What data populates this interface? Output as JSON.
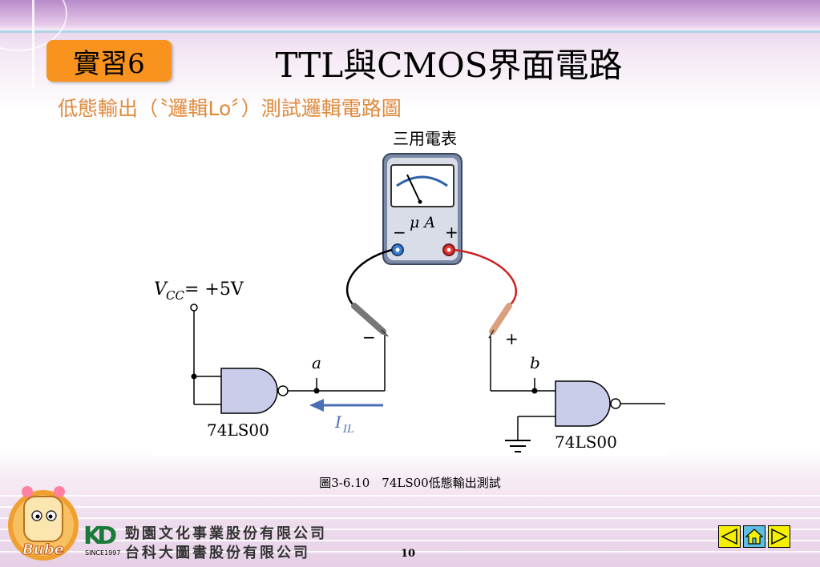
{
  "header": {
    "lesson_badge": "實習6",
    "title": "TTL與CMOS界面電路",
    "subtitle": "低態輸出（〝邏輯Lo〞）測試邏輯電路圖"
  },
  "diagram": {
    "meter_label": "三用電表",
    "meter_unit": "μ A",
    "meter_minus": "−",
    "meter_plus": "+",
    "vcc_label_main": "V",
    "vcc_label_sub": "CC",
    "vcc_value": " = +5V",
    "probe_minus": "−",
    "probe_plus": "+",
    "node_a": "a",
    "node_b": "b",
    "current_main": "I",
    "current_sub": "IL",
    "gate_left_label": "74LS00",
    "gate_right_label": "74LS00",
    "colors": {
      "gate_fill": "#c9cdea",
      "probe_red": "#cc2222",
      "arrow_blue": "#4a6fb5"
    }
  },
  "caption": "圖3-6.10　74LS00低態輸出測試",
  "footer": {
    "publisher_line1": "勁園文化事業股份有限公司",
    "publisher_line2": "台科大圖書股份有限公司",
    "logo_text": "KD",
    "since": "SINCE1997",
    "mascot_text": "Bube",
    "page_number": "10",
    "nav_icons": [
      "previous-arrow-icon",
      "home-icon",
      "next-arrow-icon"
    ]
  }
}
